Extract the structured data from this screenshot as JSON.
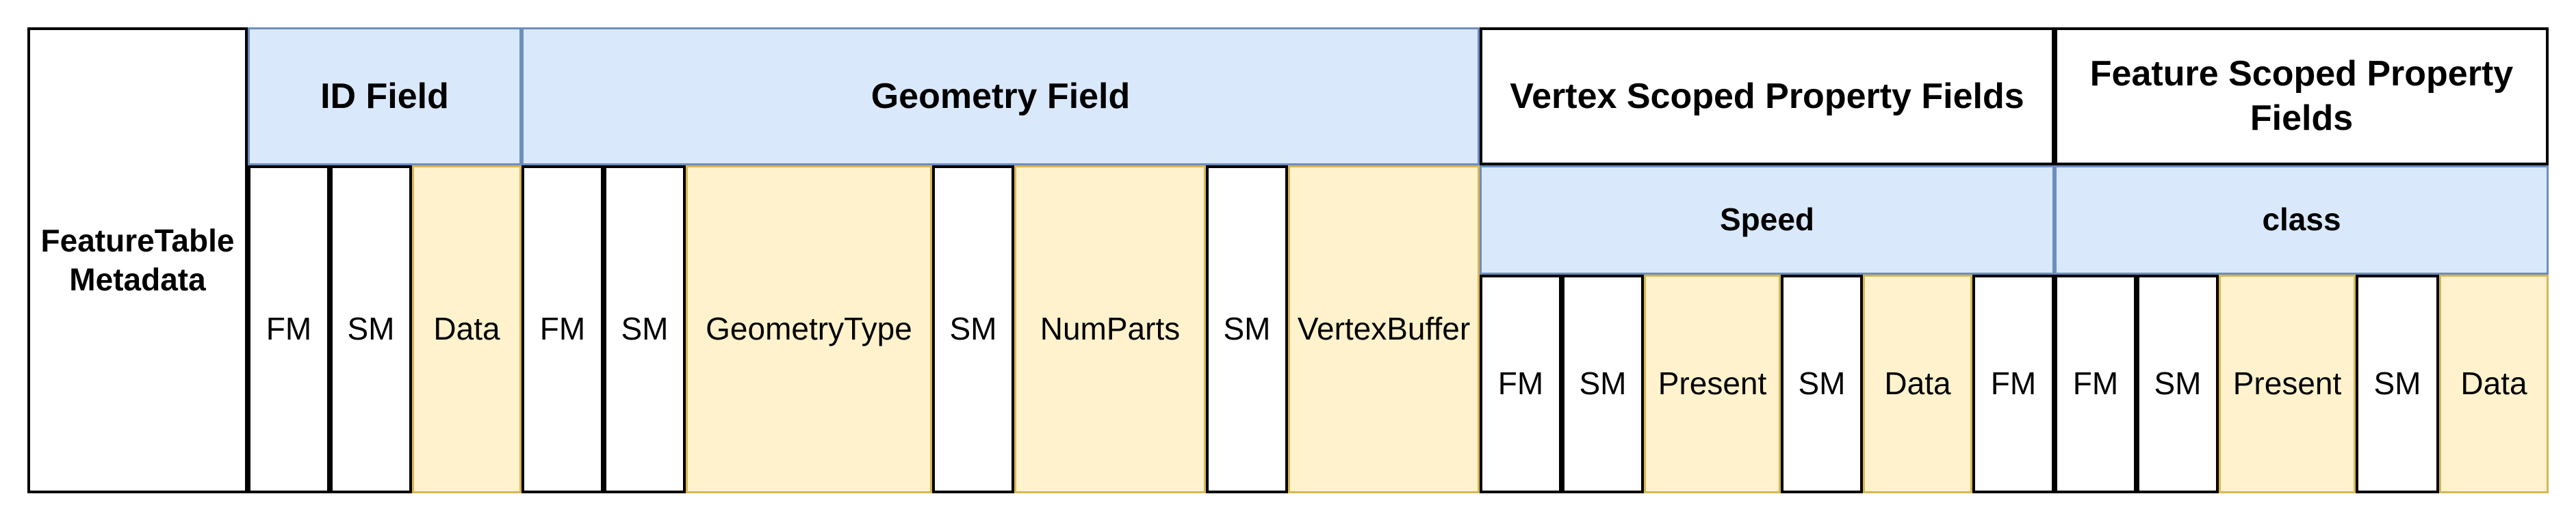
{
  "metadata_label": "FeatureTable\nMetadata",
  "id_field": {
    "title": "ID Field",
    "cells": [
      "FM",
      "SM",
      "Data"
    ]
  },
  "geometry_field": {
    "title": "Geometry Field",
    "cells": [
      "FM",
      "SM",
      "GeometryType",
      "SM",
      "NumParts",
      "SM",
      "VertexBuffer"
    ]
  },
  "vertex_scoped": {
    "title": "Vertex Scoped Property Fields",
    "property": "Speed",
    "cells": [
      "FM",
      "SM",
      "Present",
      "SM",
      "Data",
      "FM"
    ]
  },
  "feature_scoped": {
    "title": "Feature Scoped Property Fields",
    "property": "class",
    "cells": [
      "FM",
      "SM",
      "Present",
      "SM",
      "Data"
    ]
  },
  "colors": {
    "blue_fill": "#dae8fc",
    "blue_stroke": "#6c8ebf",
    "yellow_fill": "#fff2cc",
    "yellow_stroke": "#d6b656",
    "outline": "#000000"
  }
}
